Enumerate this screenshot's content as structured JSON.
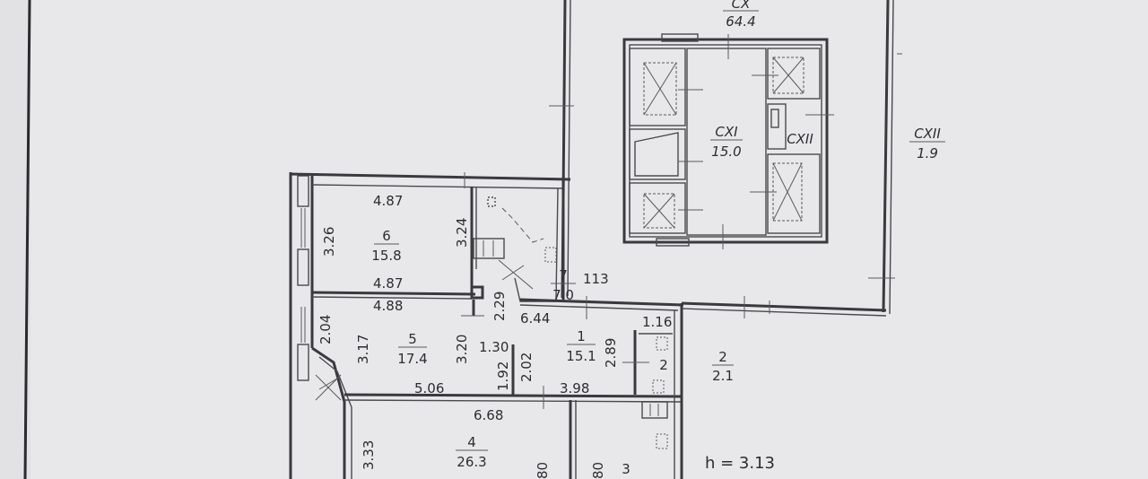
{
  "rooms": [
    {
      "id": "6",
      "number": "6",
      "area": "15.8"
    },
    {
      "id": "7",
      "number": "7",
      "area": "7.0"
    },
    {
      "id": "5",
      "number": "5",
      "area": "17.4"
    },
    {
      "id": "1",
      "number": "1",
      "area": "15.1"
    },
    {
      "id": "4",
      "number": "4",
      "area": "26.3"
    },
    {
      "id": "3",
      "number": "3",
      "area": ""
    },
    {
      "id": "2-bath",
      "number": "2",
      "area": ""
    },
    {
      "id": "2-hall",
      "number": "2",
      "area": "2.1"
    }
  ],
  "common_areas": [
    {
      "id": "cx",
      "code": "CX",
      "area": "64.4"
    },
    {
      "id": "cxi",
      "code": "CXI",
      "area": "15.0"
    },
    {
      "id": "cxii-small",
      "code": "CXII",
      "area": ""
    },
    {
      "id": "cxii",
      "code": "CXII",
      "area": "1.9"
    }
  ],
  "dimensions": {
    "d_487_top": "4.87",
    "d_326": "3.26",
    "d_324": "3.24",
    "d_487_mid": "4.87",
    "d_488": "4.88",
    "d_229": "2.29",
    "d_113": "113",
    "d_644": "6.44",
    "d_116": "1.16",
    "d_204": "2.04",
    "d_317": "3.17",
    "d_320": "3.20",
    "d_130": "1.30",
    "d_202": "2.02",
    "d_289": "2.89",
    "d_192": "1.92",
    "d_506": "5.06",
    "d_398": "3.98",
    "d_668": "6.68",
    "d_333": "3.33",
    "d_80a": "80",
    "d_80b": "80"
  },
  "ceiling_height": "h = 3.13"
}
